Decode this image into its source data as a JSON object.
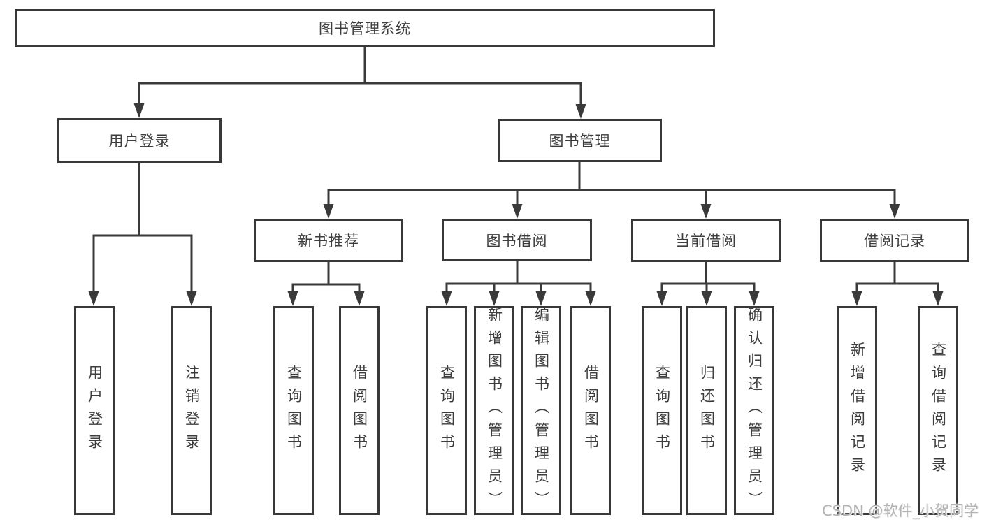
{
  "diagram": {
    "type": "hierarchy",
    "tree": {
      "root": {
        "label": "图书管理系统"
      },
      "branches": [
        {
          "label": "用户登录",
          "children": [
            {
              "label": "用户登录"
            },
            {
              "label": "注销登录"
            }
          ]
        },
        {
          "label": "图书管理",
          "children": [
            {
              "label": "新书推荐",
              "children": [
                {
                  "label": "查询图书"
                },
                {
                  "label": "借阅图书"
                }
              ]
            },
            {
              "label": "图书借阅",
              "children": [
                {
                  "label": "查询图书"
                },
                {
                  "label": "新增图书（管理员）"
                },
                {
                  "label": "编辑图书（管理员）"
                },
                {
                  "label": "借阅图书"
                }
              ]
            },
            {
              "label": "当前借阅",
              "children": [
                {
                  "label": "查询图书"
                },
                {
                  "label": "归还图书"
                },
                {
                  "label": "确认归还（管理员）"
                }
              ]
            },
            {
              "label": "借阅记录",
              "children": [
                {
                  "label": "新增借阅记录"
                },
                {
                  "label": "查询借阅记录"
                }
              ]
            }
          ]
        }
      ]
    },
    "colors": {
      "line": "#3a3a3a",
      "border": "#383838",
      "text": "#3d3d3d",
      "background": "#ffffff",
      "watermark_text": "#b3b3b3"
    }
  },
  "watermark": {
    "text": "CSDN @软件_小贺同学"
  }
}
